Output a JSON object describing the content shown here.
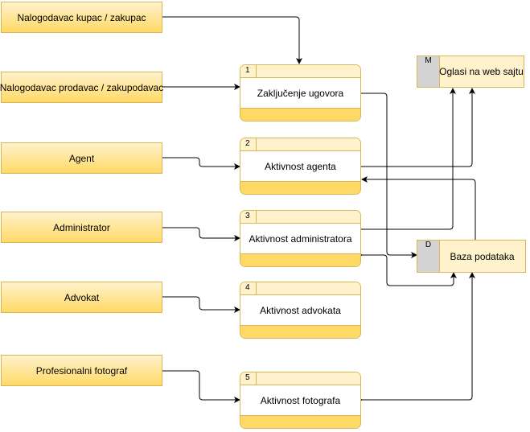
{
  "entities": [
    {
      "key": "kupac",
      "label": "Nalogodavac kupac / zakupac"
    },
    {
      "key": "prodavac",
      "label": "Nalogodavac prodavac / zakupodavac"
    },
    {
      "key": "agent",
      "label": "Agent"
    },
    {
      "key": "administrator",
      "label": "Administrator"
    },
    {
      "key": "advokat",
      "label": "Advokat"
    },
    {
      "key": "fotograf",
      "label": "Profesionalni fotograf"
    }
  ],
  "processes": [
    {
      "key": "ugovor",
      "number": "1",
      "label": "Zaključenje ugovora"
    },
    {
      "key": "agent",
      "number": "2",
      "label": "Aktivnost agenta"
    },
    {
      "key": "administrator",
      "number": "3",
      "label": "Aktivnost administratora"
    },
    {
      "key": "advokat",
      "number": "4",
      "label": "Aktivnost advokata"
    },
    {
      "key": "fotograf",
      "number": "5",
      "label": "Aktivnost fotografa"
    }
  ],
  "stores": [
    {
      "key": "oglasi",
      "id": "M",
      "label": "Oglasi na web sajtu"
    },
    {
      "key": "baza",
      "id": "D",
      "label": "Baza podataka"
    }
  ],
  "colors": {
    "entity_top": "#fff2cc",
    "entity_bottom": "#ffd966",
    "border": "#d6b656",
    "store_id_fill": "#d3d3d3",
    "edge": "#000000"
  }
}
